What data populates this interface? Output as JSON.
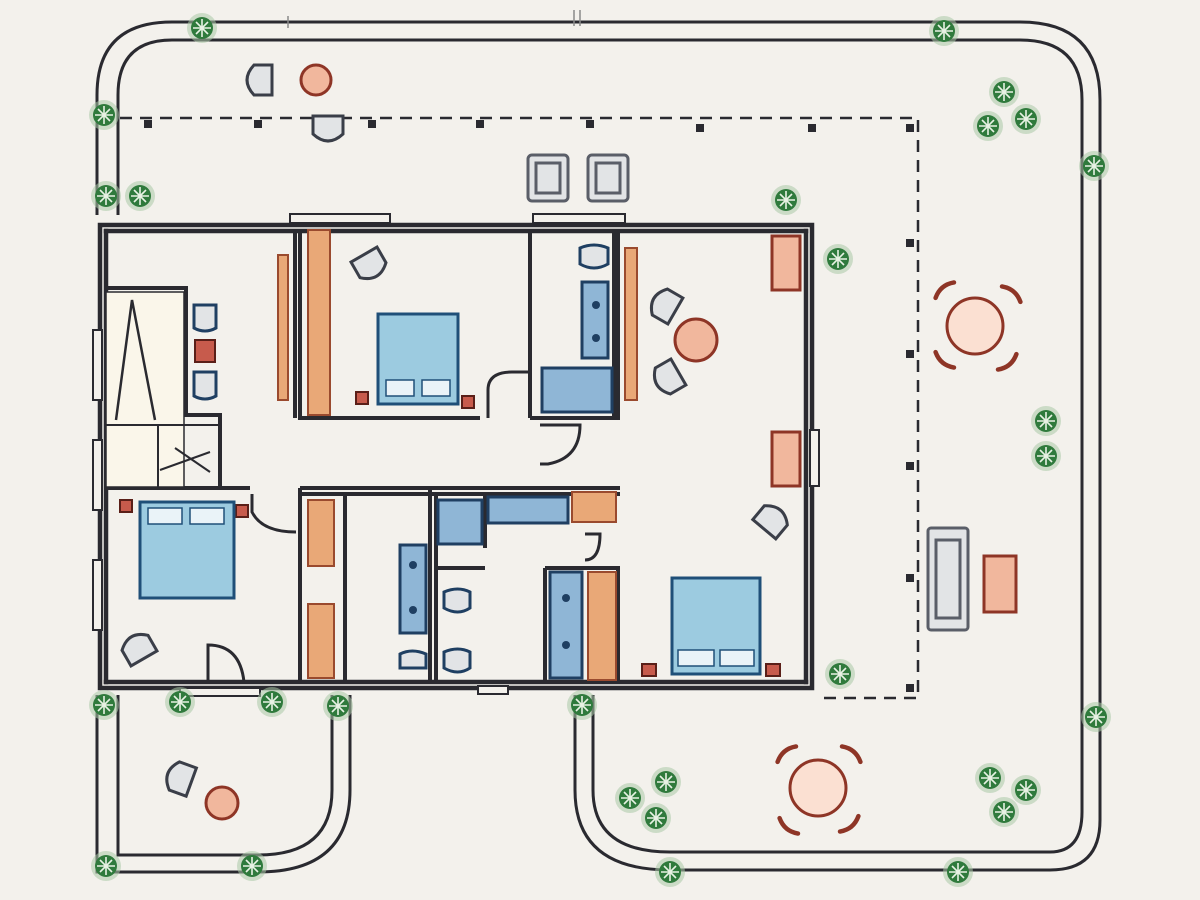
{
  "drawing": {
    "kind": "hand-drawn residential floor plan",
    "rooms": [
      "stair-hall",
      "bedroom-north",
      "bathroom-north",
      "living-area",
      "bedroom-west",
      "bathroom-center",
      "bathroom-shared",
      "bedroom-south"
    ],
    "outdoor_areas": [
      "north-terrace",
      "covered-veranda",
      "west-patio",
      "south-garden"
    ]
  },
  "colors": {
    "paper": "#f3f1ec",
    "ink": "#2a2a30",
    "wood": "#e9a877",
    "wood_stroke": "#9a4a2e",
    "bed_fill": "#9ccbe0",
    "bed_stroke": "#1f4f78",
    "fixture_fill": "#8fb6d6",
    "fixture_stroke": "#1f3f62",
    "chair_fill": "#e2e4e6",
    "chair_stroke": "#3a3e48",
    "table_fill": "#f1b79d",
    "table_stroke": "#8e3526",
    "shrub_fill": "#2f7a3c",
    "shrub_ring": "#aac8a8",
    "stair_fill": "#faf6ea"
  }
}
